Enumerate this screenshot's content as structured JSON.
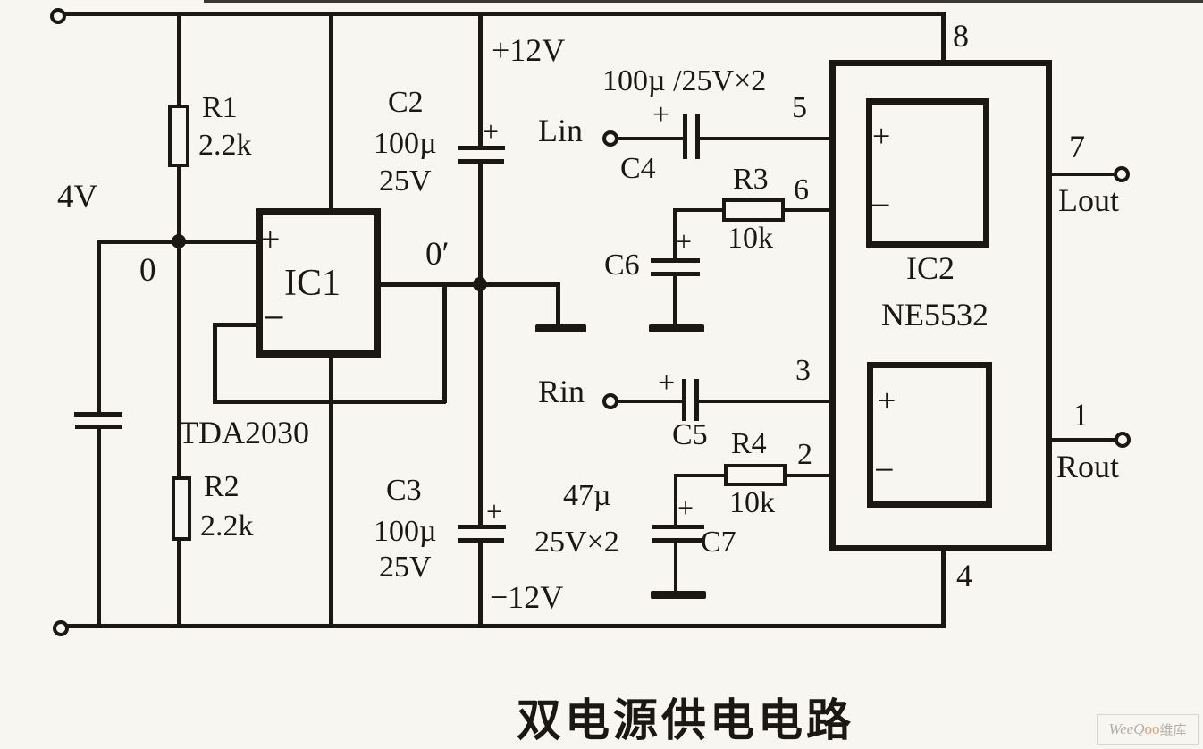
{
  "title": "双电源供电电路",
  "watermark": {
    "part1": "WeeQ",
    "part2": "oo",
    "part3": "维库"
  },
  "colors": {
    "ink": "#1a1715",
    "paper": "#f7f6f1",
    "watermark_gray": "#b3afa8",
    "watermark_accent": "#dda071"
  },
  "labels": {
    "supply_in": "4V",
    "vplus": "+12V",
    "vminus": "−12V",
    "node0": "0",
    "node0_prime": "0′",
    "plus": "+",
    "minus": "−"
  },
  "ic1": {
    "ref": "IC1",
    "part": "TDA2030"
  },
  "ic2": {
    "ref": "IC2",
    "part": "NE5532",
    "pin1": "1",
    "pin2": "2",
    "pin3": "3",
    "pin4": "4",
    "pin5": "5",
    "pin6": "6",
    "pin7": "7",
    "pin8": "8"
  },
  "resistors": {
    "r1": {
      "ref": "R1",
      "value": "2.2k"
    },
    "r2": {
      "ref": "R2",
      "value": "2.2k"
    },
    "r3": {
      "ref": "R3",
      "value": "10k"
    },
    "r4": {
      "ref": "R4",
      "value": "10k"
    }
  },
  "capacitors": {
    "c2": {
      "ref": "C2",
      "uf": "100µ",
      "v": "25V"
    },
    "c3": {
      "ref": "C3",
      "uf": "100µ",
      "v": "25V"
    },
    "c4": {
      "ref": "C4",
      "group": "100µ /25V×2"
    },
    "c5": {
      "ref": "C5"
    },
    "c6": {
      "ref": "C6"
    },
    "c7": {
      "ref": "C7",
      "uf": "47µ",
      "v": "25V×2"
    }
  },
  "io": {
    "lin": "Lin",
    "lout": "Lout",
    "rin": "Rin",
    "rout": "Rout"
  }
}
